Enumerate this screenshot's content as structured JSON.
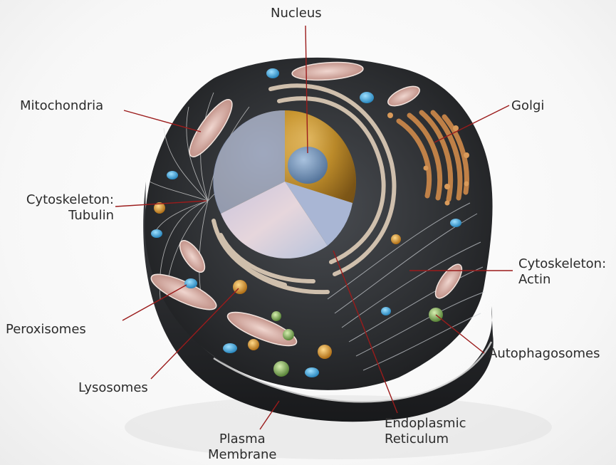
{
  "labels": {
    "nucleus": "Nucleus",
    "mitochondria": "Mitochondria",
    "golgi": "Golgi",
    "tubulin": [
      "Cytoskeleton:",
      "Tubulin"
    ],
    "actin": [
      "Cytoskeleton:",
      "Actin"
    ],
    "peroxisomes": "Peroxisomes",
    "autophagosomes": "Autophagosomes",
    "lysosomes": "Lysosomes",
    "er": [
      "Endoplasmic",
      "Reticulum"
    ],
    "membrane": [
      "Plasma",
      "Membrane"
    ]
  },
  "colors": {
    "leader_line": "#9b1b1b",
    "cytoplasm": "#2e3033",
    "nucleus_gold": "#c8952e",
    "nucleolus": "#6f8fb3",
    "er": "#d8c7b3",
    "golgi": "#d08a4a",
    "peroxisome": "#3e9fd6",
    "lysosome": "#d99a26",
    "autophagosome": "#7ea65a"
  }
}
